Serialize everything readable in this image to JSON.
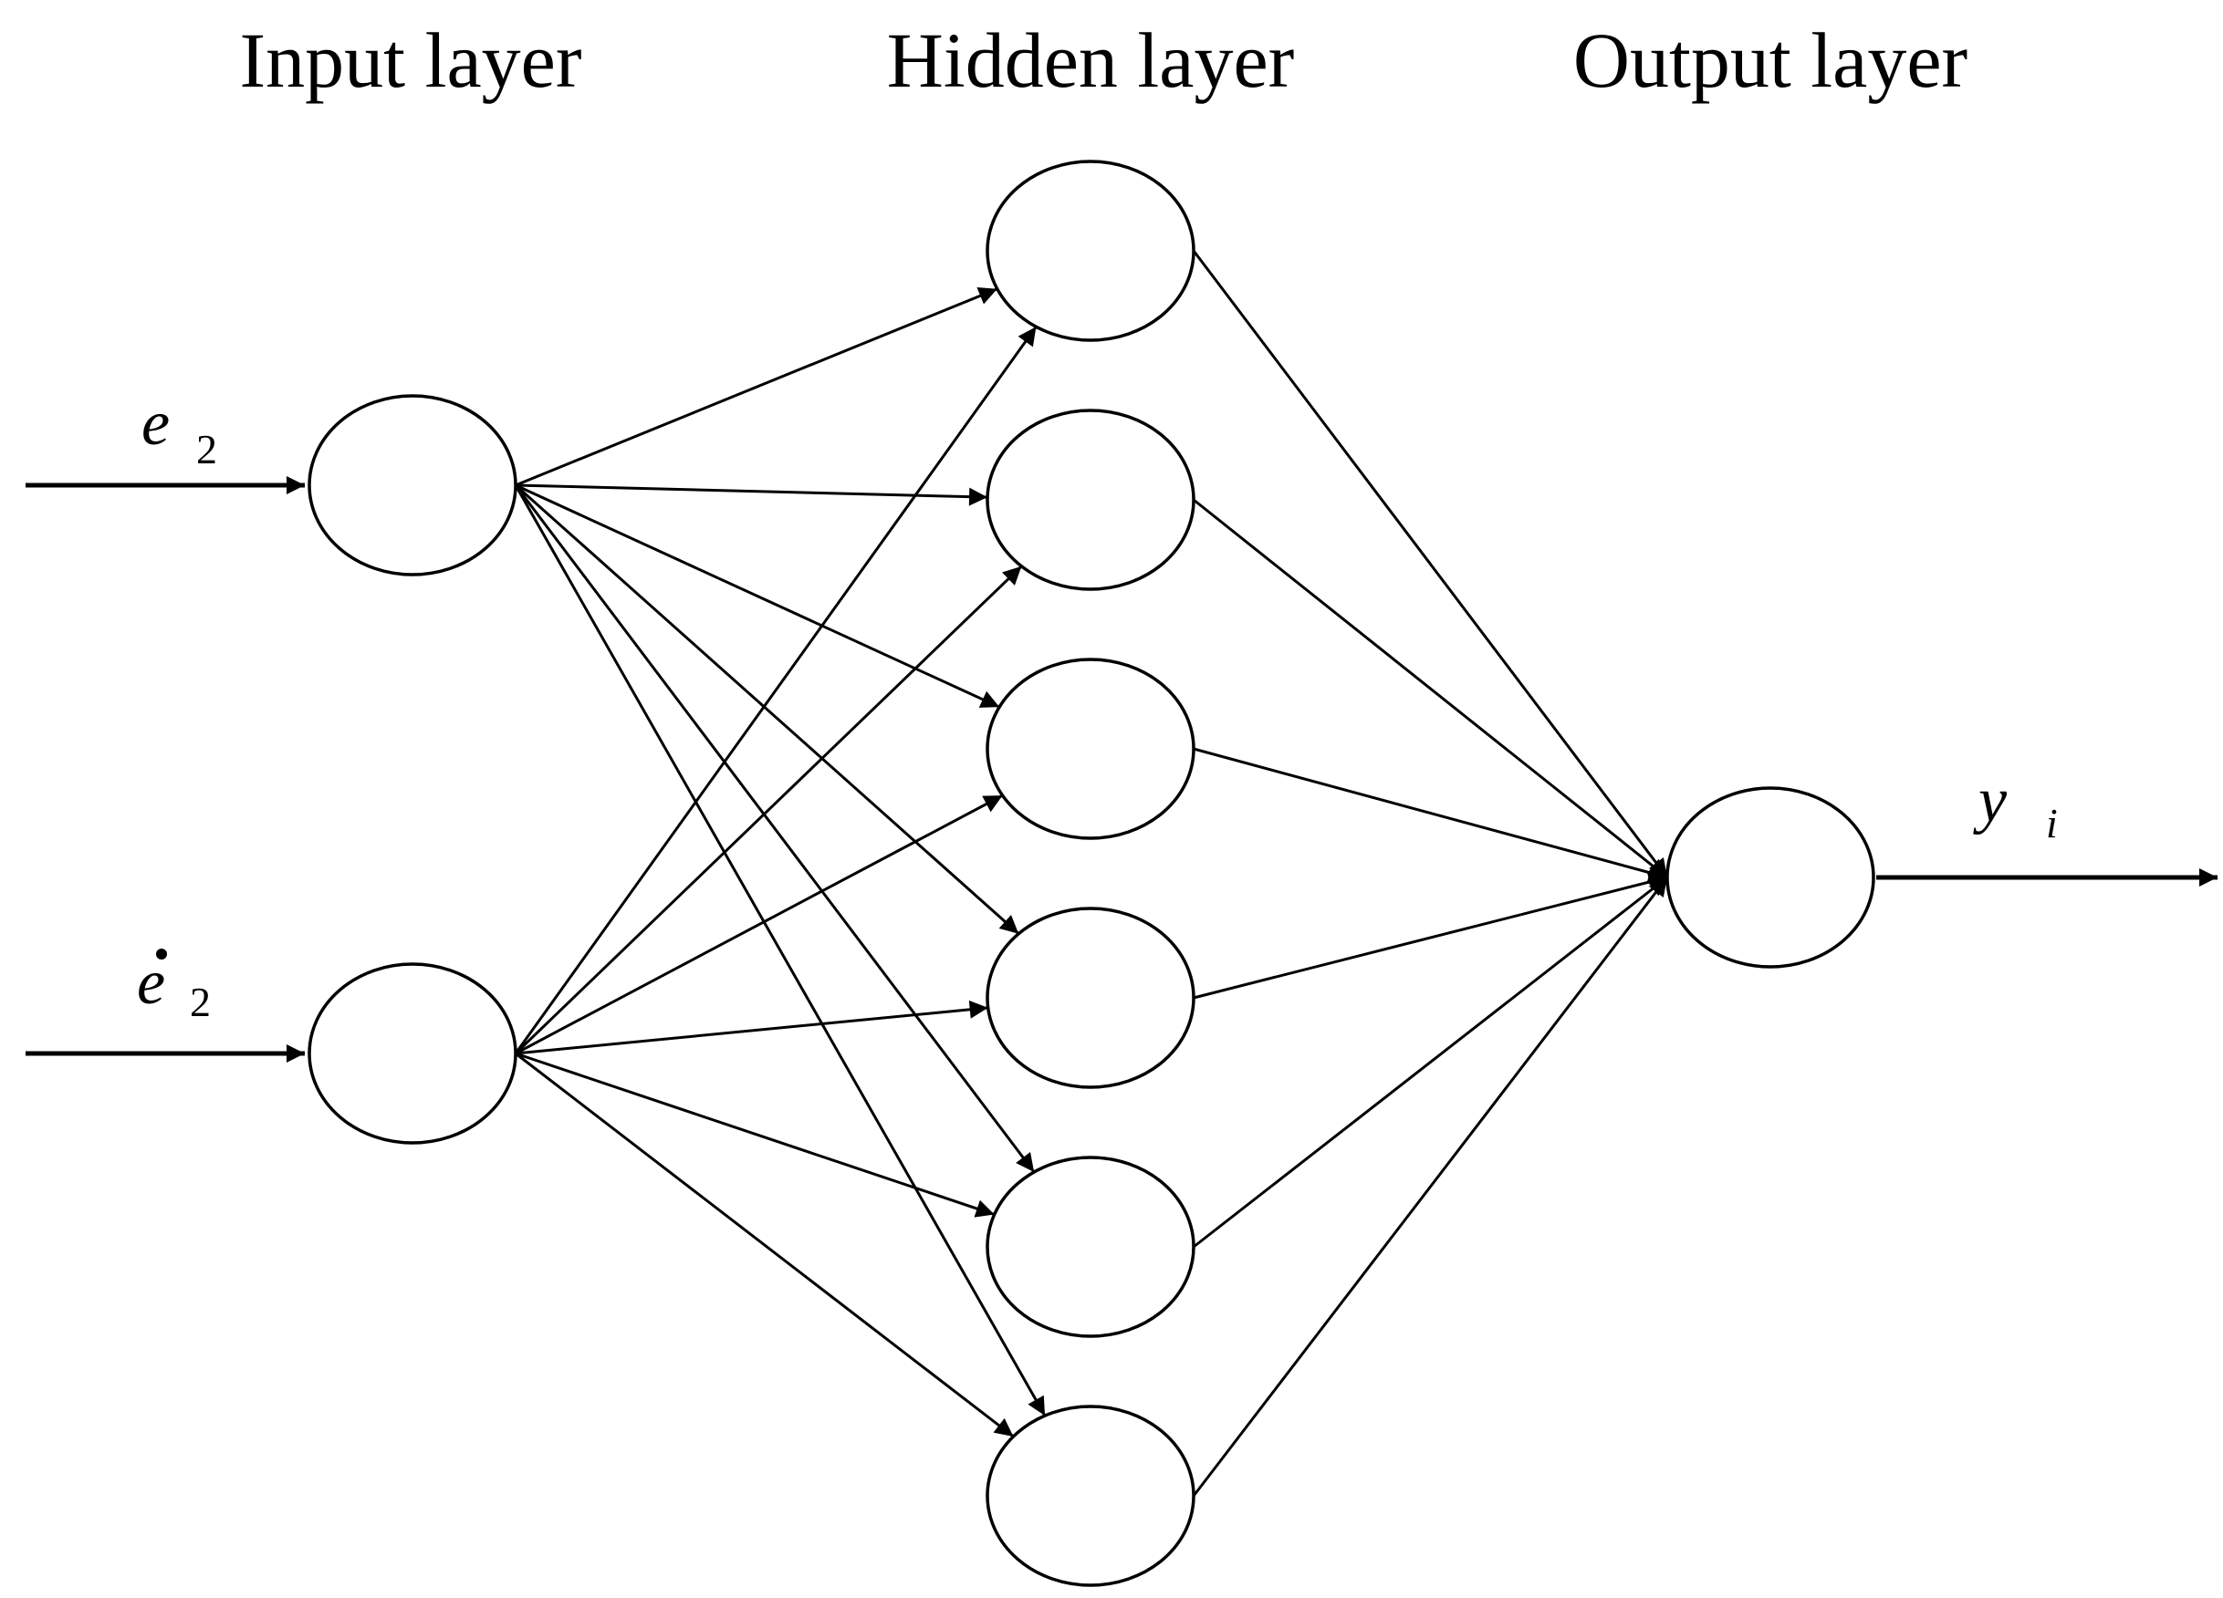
{
  "titles": {
    "input": "Input layer",
    "hidden": "Hidden layer",
    "output": "Output layer"
  },
  "inputs": [
    {
      "symbol": "e",
      "subscript": "2",
      "dot": false
    },
    {
      "symbol": "e",
      "subscript": "2",
      "dot": true
    }
  ],
  "output": {
    "symbol": "y",
    "subscript": "i"
  },
  "network": {
    "input_neurons": 2,
    "hidden_neurons": 6,
    "output_neurons": 1,
    "connections": "fully-connected"
  },
  "colors": {
    "stroke": "#000000",
    "background": "#ffffff"
  }
}
